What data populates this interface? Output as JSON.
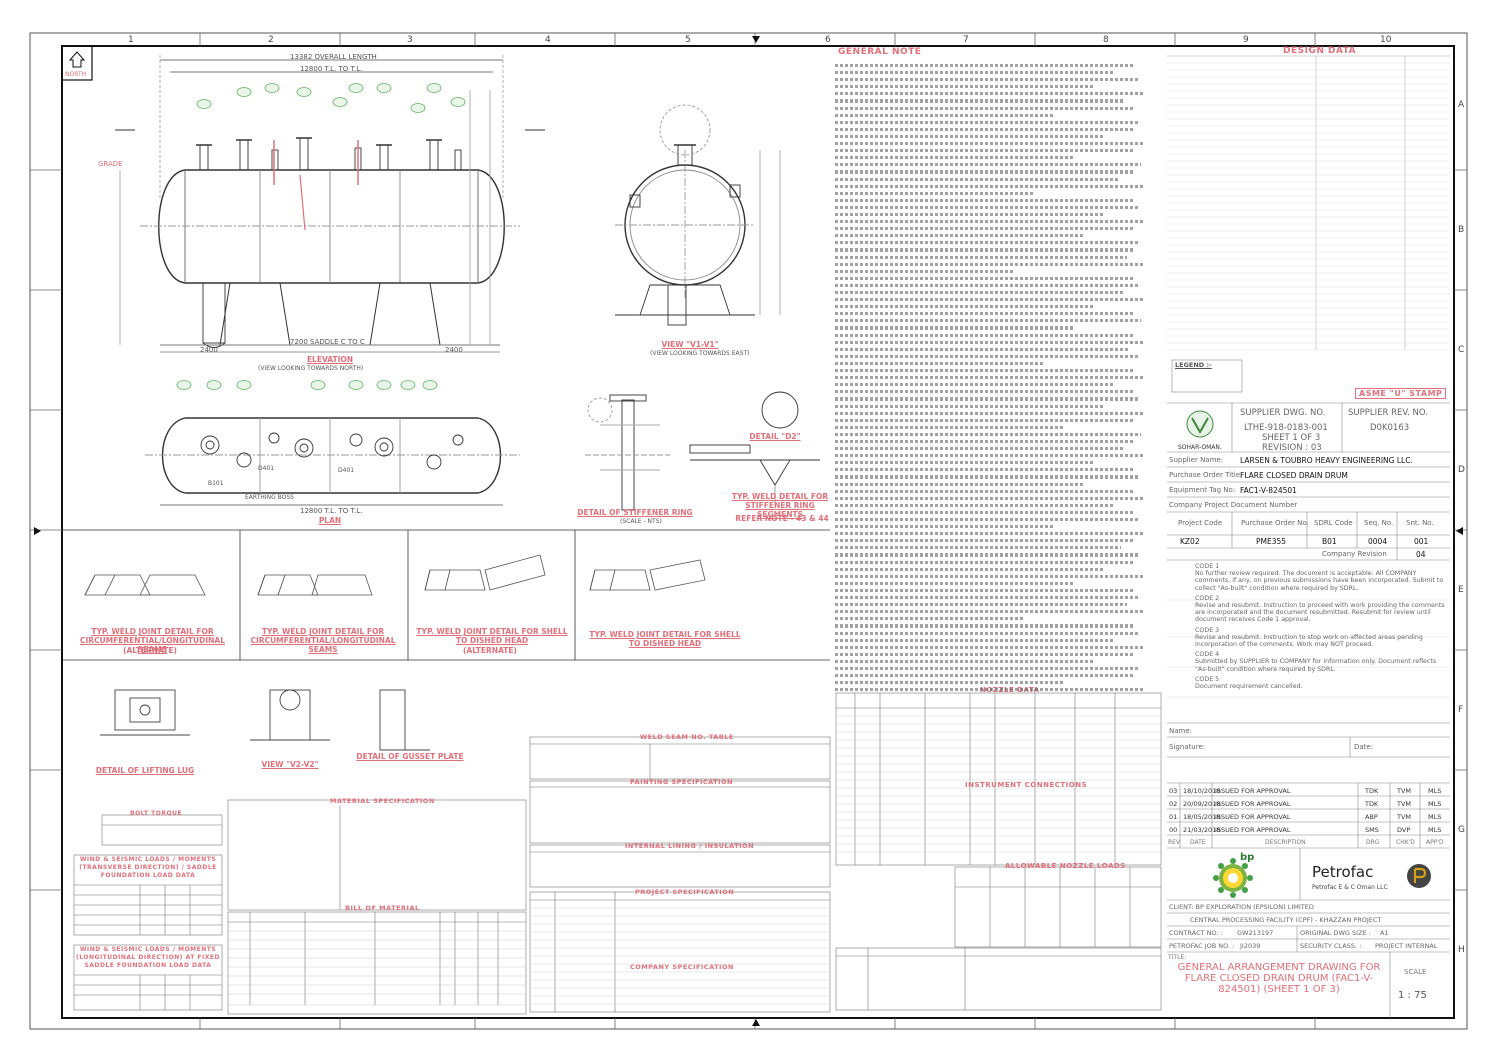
{
  "north_label": "NORTH",
  "zones_top": [
    "1",
    "2",
    "3",
    "4",
    "5",
    "6",
    "7",
    "8",
    "9",
    "10"
  ],
  "zones_side": [
    "A",
    "B",
    "C",
    "D",
    "E",
    "F",
    "G",
    "H"
  ],
  "elevation": {
    "overall_length": "13382 OVERALL LENGTH",
    "tl_length": "12800 T.L. TO T.L.",
    "saddle_spacing": "7200 SADDLE C TO C",
    "end_dims": [
      "2400",
      "2400"
    ],
    "title": "ELEVATION",
    "subtitle": "(VIEW LOOKING TOWARDS NORTH)",
    "grade": "GRADE"
  },
  "plan": {
    "tl_length": "12800 T.L. TO T.L.",
    "title": "PLAN",
    "earthing": "EARTHING BOSS",
    "nozzles": [
      "B101",
      "D401",
      "D401"
    ]
  },
  "view_v1": {
    "title": "VIEW \"V1-V1\"",
    "subtitle": "(VIEW LOOKING TOWARDS EAST)"
  },
  "details": {
    "d2_title": "DETAIL \"D2\"",
    "stiffener_title": "DETAIL OF STIFFENER RING",
    "stiffener_scale": "(SCALE - NTS)",
    "weld_stiffener": "TYP. WELD DETAIL FOR STIFFENER RING SEGMENTS",
    "weld_stiffener_ref": "REFER NOTE - 43 & 44",
    "w1_title": "TYP. WELD JOINT DETAIL FOR CIRCUMFERENTIAL/LONGITUDINAL SEAMS",
    "w1_alt": "(ALTERNATE)",
    "w2_title": "TYP. WELD JOINT DETAIL FOR CIRCUMFERENTIAL/LONGITUDINAL SEAMS",
    "w3_title": "TYP. WELD JOINT DETAIL FOR SHELL TO DISHED HEAD",
    "w3_alt": "(ALTERNATE)",
    "w4_title": "TYP. WELD JOINT DETAIL FOR SHELL TO DISHED HEAD",
    "lug_title": "DETAIL OF LIFTING LUG",
    "v2_title": "VIEW \"V2-V2\"",
    "gusset_title": "DETAIL OF GUSSET PLATE"
  },
  "section_titles": {
    "general_note": "GENERAL NOTE",
    "design_data": "DESIGN DATA",
    "nozzle_data": "NOZZLE DATA",
    "instrument_connections": "INSTRUMENT CONNECTIONS",
    "allowable_nozzle_loads": "ALLOWABLE NOZZLE LOADS",
    "weld_seam_table": "WELD SEAM NO. TABLE",
    "painting_spec": "PAINTING SPECIFICATION",
    "internal_lining": "INTERNAL LINING / INSULATION",
    "project_spec": "PROJECT SPECIFICATION",
    "company_spec": "COMPANY SPECIFICATION",
    "material_spec": "MATERIAL SPECIFICATION",
    "bill_of_material": "BILL OF MATERIAL",
    "bolt_torque": "BOLT TORQUE",
    "wind_seismic_1": "WIND & SEISMIC LOADS / MOMENTS (TRANSVERSE DIRECTION) / SADDLE FOUNDATION LOAD DATA",
    "wind_seismic_2": "WIND & SEISMIC LOADS / MOMENTS (LONGITUDINAL DIRECTION) AT FIXED SADDLE FOUNDATION LOAD DATA",
    "asme_stamp": "ASME \"U\" STAMP",
    "legend": "LEGEND :-"
  },
  "supplier": {
    "dwg_no_label": "SUPPLIER DWG. NO.",
    "dwg_no": "LTHE-918-0183-001",
    "sheet": "SHEET 1 OF 3",
    "revision": "REVISION : 03",
    "rev_label": "SUPPLIER REV. NO.",
    "rev_no": "D0K0163",
    "location": "SOHAR-OMAN.",
    "name_label": "Supplier Name:",
    "name": "LARSEN & TOUBRO HEAVY ENGINEERING LLC.",
    "order_title_label": "Purchase Order Title:",
    "order_title": "FLARE CLOSED DRAIN DRUM",
    "tag_label": "Equipment Tag No:",
    "tag": "FAC1-V-824501",
    "company_doc_label": "Company Project Document Number"
  },
  "project_table": {
    "headers": [
      "Project Code",
      "Purchase Order No.",
      "SDRL Code",
      "Seq. No.",
      "Snt. No."
    ],
    "values": [
      "KZ02",
      "PME355",
      "B01",
      "0004",
      "001"
    ],
    "company_revision_label": "Company Revision",
    "company_revision": "04"
  },
  "codes": [
    {
      "title": "CODE 1",
      "text": "No further review required. The document is acceptable. All COMPANY comments, if any, on previous submissions have been incorporated. Submit to collect \"As-built\" condition where required by SDRL."
    },
    {
      "title": "CODE 2",
      "text": "Revise and resubmit. Instruction to proceed with work providing the comments are incorporated and the document resubmitted. Resubmit for review until document receives Code 1 approval."
    },
    {
      "title": "CODE 3",
      "text": "Revise and resubmit. Instruction to stop work on affected areas pending incorporation of the comments. Work may NOT proceed."
    },
    {
      "title": "CODE 4",
      "text": "Submitted by SUPPLIER to COMPANY for information only. Document reflects \"As-built\" condition where required by SDRL."
    },
    {
      "title": "CODE 5",
      "text": "Document requirement cancelled."
    }
  ],
  "signature": {
    "name_label": "Name:",
    "signature_label": "Signature:",
    "date_label": "Date:"
  },
  "revisions": [
    {
      "rev": "03",
      "date": "18/10/2018",
      "desc": "ISSUED FOR APPROVAL",
      "drg": "TDK",
      "chk": "TVM",
      "appd": "MLS"
    },
    {
      "rev": "02",
      "date": "20/09/2018",
      "desc": "ISSUED FOR APPROVAL",
      "drg": "TDK",
      "chk": "TVM",
      "appd": "MLS"
    },
    {
      "rev": "01",
      "date": "18/05/2018",
      "desc": "ISSUED FOR APPROVAL",
      "drg": "ABP",
      "chk": "TVM",
      "appd": "MLS"
    },
    {
      "rev": "00",
      "date": "21/03/2018",
      "desc": "ISSUED FOR APPROVAL",
      "drg": "SMS",
      "chk": "DVP",
      "appd": "MLS"
    }
  ],
  "rev_headers": [
    "REV",
    "DATE",
    "DESCRIPTION",
    "DRG",
    "CHK'D",
    "APP'D"
  ],
  "logos": {
    "bp": "bp",
    "petrofac": "Petrofac",
    "petrofac_sub": "Petrofac E & C Oman LLC"
  },
  "client": {
    "client_line": "CLIENT: BP EXPLORATION (EPSILON) LIMITED",
    "project_line": "CENTRAL PROCESSING FACILITY (CPF) - KHAZZAN PROJECT",
    "contract_label": "CONTRACT NO. :",
    "contract": "GW213197",
    "orig_size_label": "ORIGINAL DWG SIZE :",
    "orig_size": "A1",
    "job_label": "PETROFAC JOB NO. :",
    "job": "JI2039",
    "security_label": "SECURITY CLASS. :",
    "security": "PROJECT INTERNAL"
  },
  "title_block": {
    "title_label": "TITLE:",
    "title": "GENERAL ARRANGEMENT DRAWING FOR FLARE CLOSED DRAIN DRUM (FAC1-V-824501) (SHEET 1 OF 3)",
    "scale_label": "SCALE",
    "scale": "1 : 75"
  },
  "colors": {
    "accent": "#e0707a",
    "line": "#333333",
    "faint": "#9a9a9a"
  }
}
